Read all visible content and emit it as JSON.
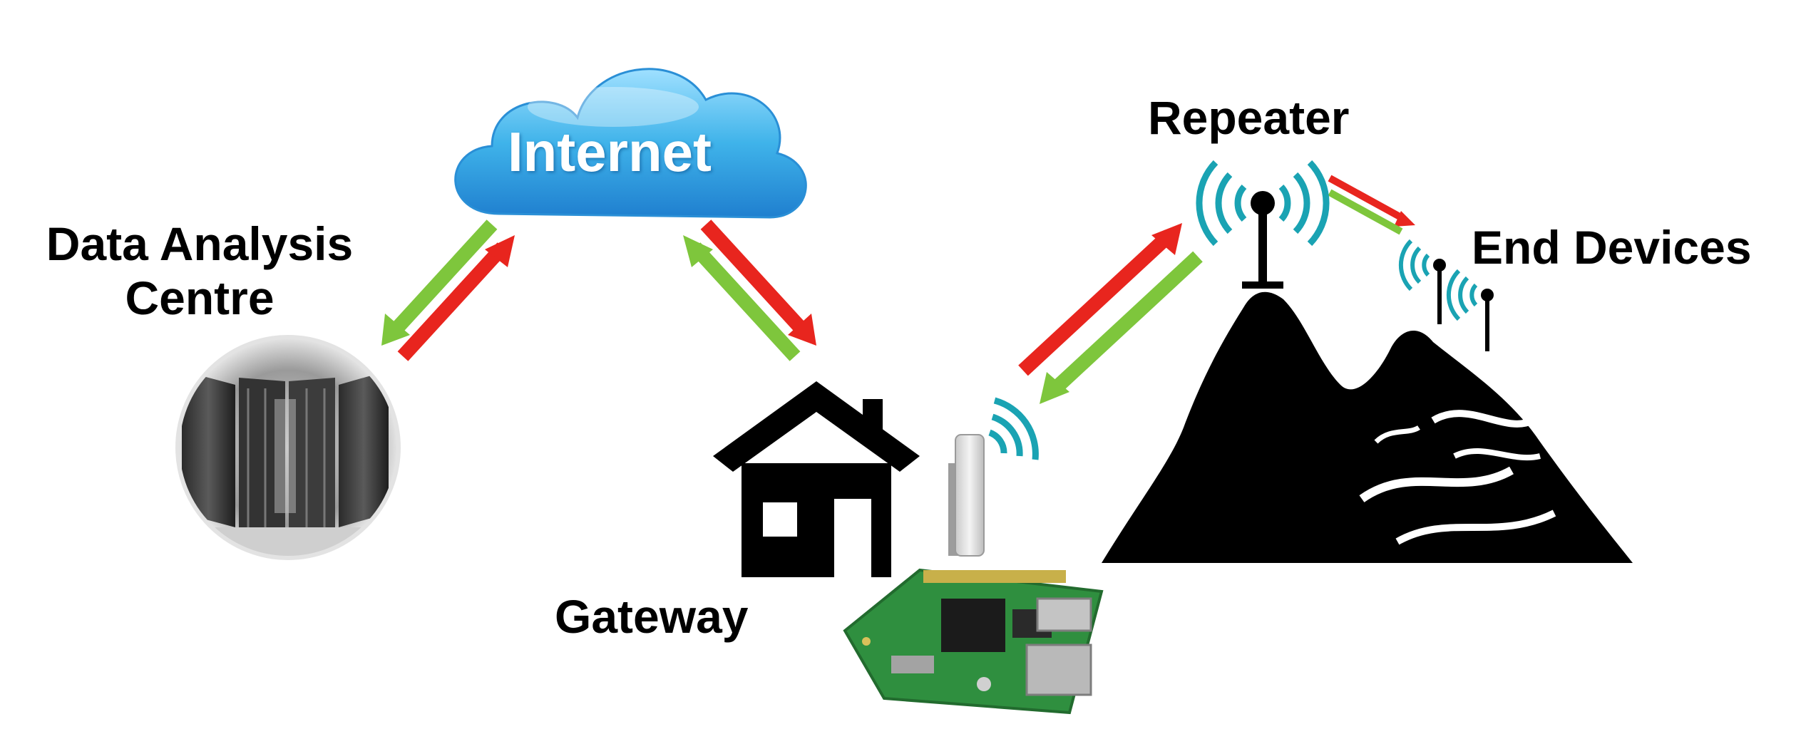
{
  "labels": {
    "internet": "Internet",
    "data_analysis_line1": "Data Analysis",
    "data_analysis_line2": "Centre",
    "gateway": "Gateway",
    "repeater": "Repeater",
    "end_devices": "End Devices"
  },
  "colors": {
    "uplink_arrow": "#e8251e",
    "downlink_arrow": "#7ec63c",
    "wifi_signal": "#1aa3b3",
    "cloud": "#3fb3ea",
    "silhouette": "#000000",
    "pcb": "#3a9a4a"
  },
  "icons": [
    "cloud-icon",
    "server-room-icon",
    "house-icon",
    "antenna-icon",
    "raspberry-pi-icon",
    "mountain-icon",
    "repeater-antenna-icon",
    "end-device-antenna-icon"
  ]
}
